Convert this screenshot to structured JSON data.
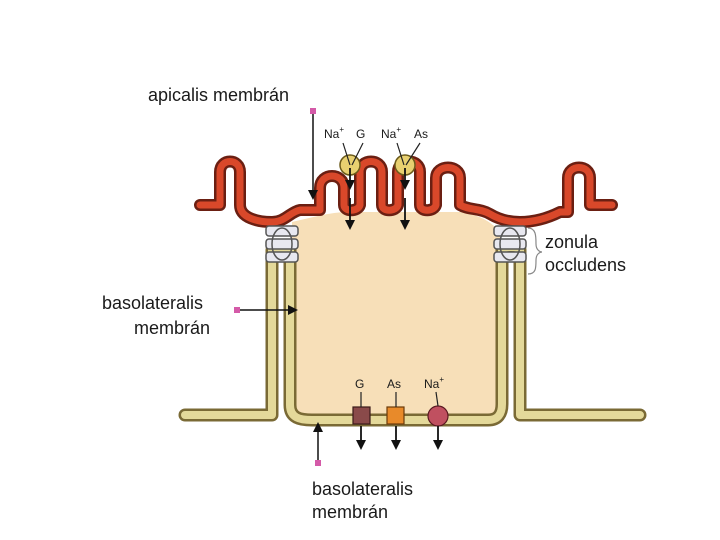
{
  "labels": {
    "apical": "apicalis membrán",
    "basolateral_left_1": "basolateralis",
    "basolateral_left_2": "membrán",
    "basolateral_bottom_1": "basolateralis",
    "basolateral_bottom_2": "membrán",
    "zonula_1": "zonula",
    "zonula_2": "occludens"
  },
  "apical_transporters": {
    "first": {
      "ion": "Na",
      "charge": "+",
      "solute": "G"
    },
    "second": {
      "ion": "Na",
      "charge": "+",
      "solute": "As"
    }
  },
  "basal_transporters": {
    "glucose": "G",
    "amino_acid": "As",
    "sodium_ion": "Na",
    "sodium_charge": "+"
  },
  "colors": {
    "apical_membrane": "#d9482a",
    "basolateral_membrane": "#d9d08f",
    "cytoplasm": "#f7dfb8",
    "marker": "#d45aa8",
    "glucose_carrier": "#8a4a4a",
    "amino_acid_carrier": "#e88a2a",
    "sodium_pump": "#c05060"
  }
}
